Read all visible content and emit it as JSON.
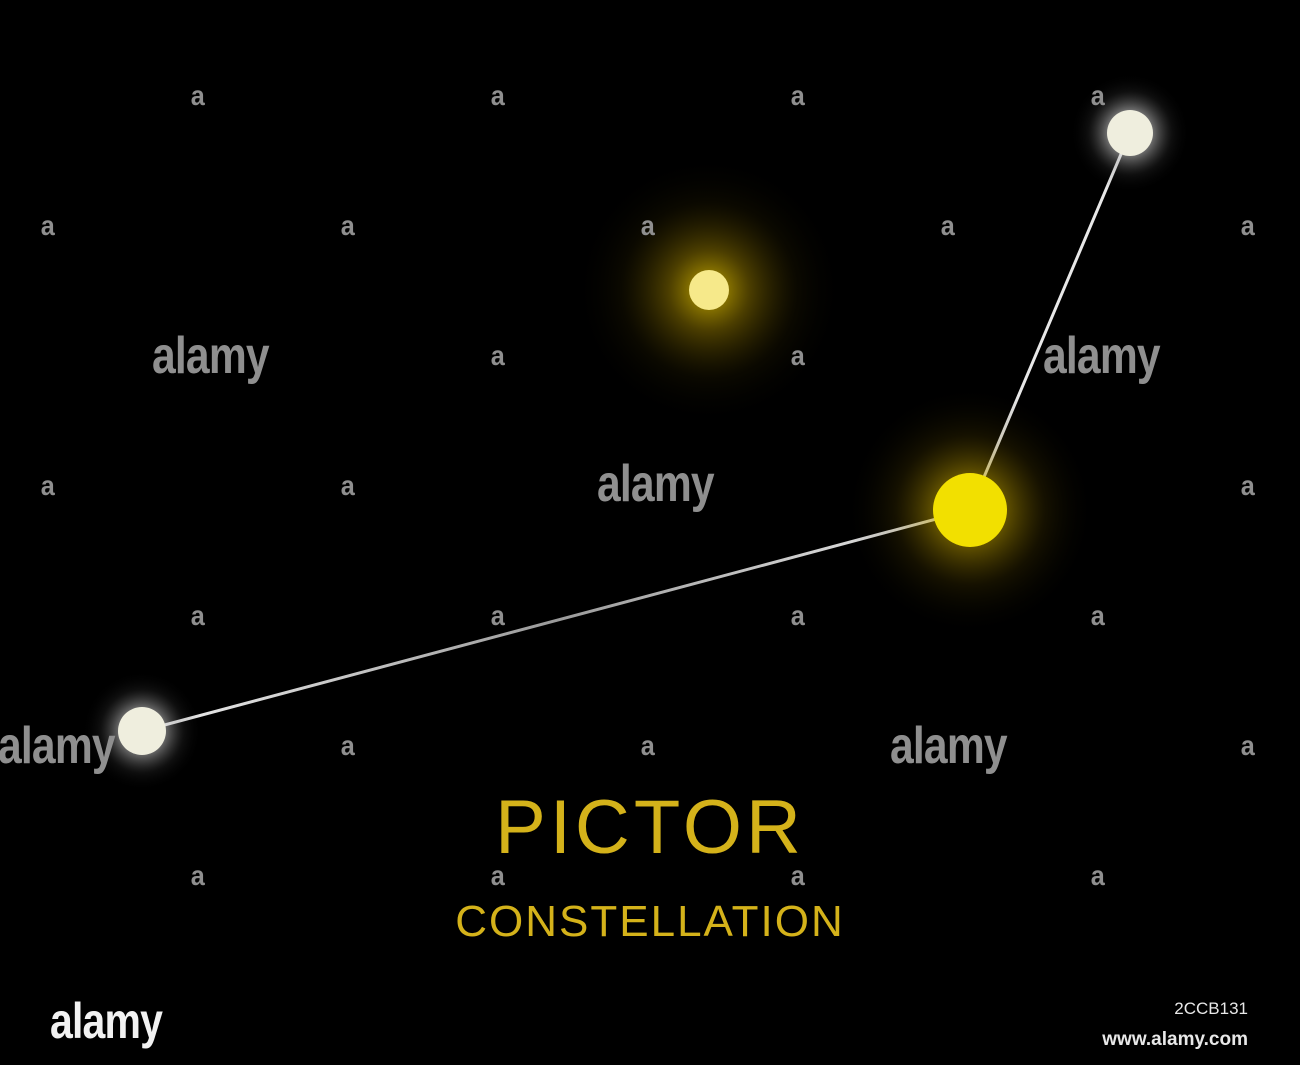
{
  "title": {
    "main": "PICTOR",
    "sub": "CONSTELLATION",
    "color": "#d4b21a"
  },
  "scene": {
    "background_color": "#000000",
    "stars": [
      {
        "name": "star-upper-right",
        "color": "white",
        "connected": true
      },
      {
        "name": "star-upper-middle",
        "color": "yellow",
        "connected": false
      },
      {
        "name": "star-center-right",
        "color": "yellow",
        "connected": true
      },
      {
        "name": "star-left",
        "color": "white",
        "connected": true
      }
    ],
    "line_color": "#e6e6e6"
  },
  "watermark": {
    "small_glyph": "a",
    "word": "alamy",
    "color": "#8f8f8f"
  },
  "footer": {
    "logo_text": "alamy",
    "image_id": "2CCB131",
    "site": "www.alamy.com"
  }
}
